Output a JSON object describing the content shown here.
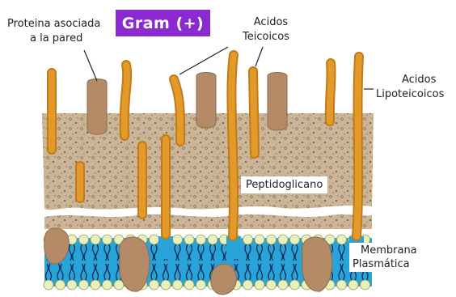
{
  "title": "Gram (+)",
  "labels": {
    "wall_protein": [
      "Proteina asociada",
      "a la pared"
    ],
    "teichoic": [
      "Acidos",
      "Teicoicos"
    ],
    "lipoteichoic": [
      "Acidos",
      "Lipoteicoicos"
    ],
    "peptidoglycan": "Peptidoglicano",
    "membrane": [
      "Membrana",
      "Plasmática"
    ]
  },
  "colors": {
    "title_bg": "#8a2ad0",
    "wall": "#cbb596",
    "acid_rod": "#e29b2b",
    "protein": "#b58a66",
    "membrane": "#2aa3d8",
    "head": "#e9efbf"
  }
}
